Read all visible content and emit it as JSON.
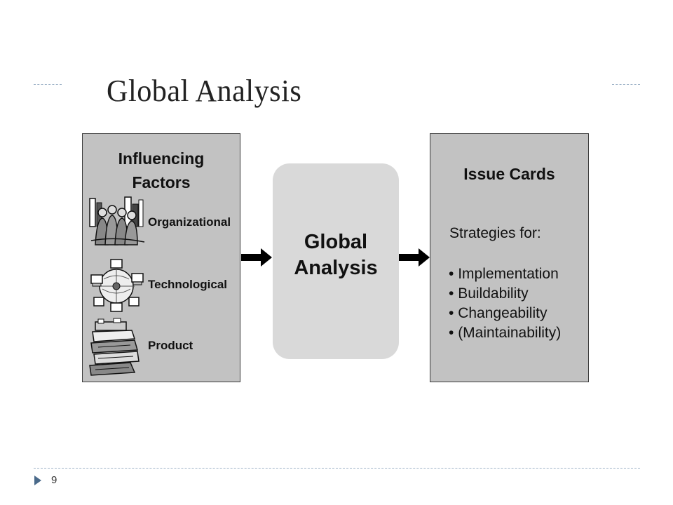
{
  "slide": {
    "title": "Global Analysis",
    "page_number": "9"
  },
  "influencing_factors": {
    "heading_line1": "Influencing",
    "heading_line2": "Factors",
    "items": [
      {
        "label": "Organizational",
        "icon": "people-group-icon"
      },
      {
        "label": "Technological",
        "icon": "network-computers-icon"
      },
      {
        "label": "Product",
        "icon": "stacked-books-icon"
      }
    ]
  },
  "center": {
    "label_line1": "Global",
    "label_line2": "Analysis"
  },
  "issue_cards": {
    "heading": "Issue Cards",
    "strategies_heading": "Strategies for:",
    "strategies": [
      "Implementation",
      "Buildability",
      "Changeability",
      "(Maintainability)"
    ]
  },
  "colors": {
    "panel_fill": "#c2c2c2",
    "center_fill": "#d9d9d9",
    "arrow": "#000000",
    "rule": "#9fb3c8",
    "page_marker": "#4a6a8a"
  }
}
